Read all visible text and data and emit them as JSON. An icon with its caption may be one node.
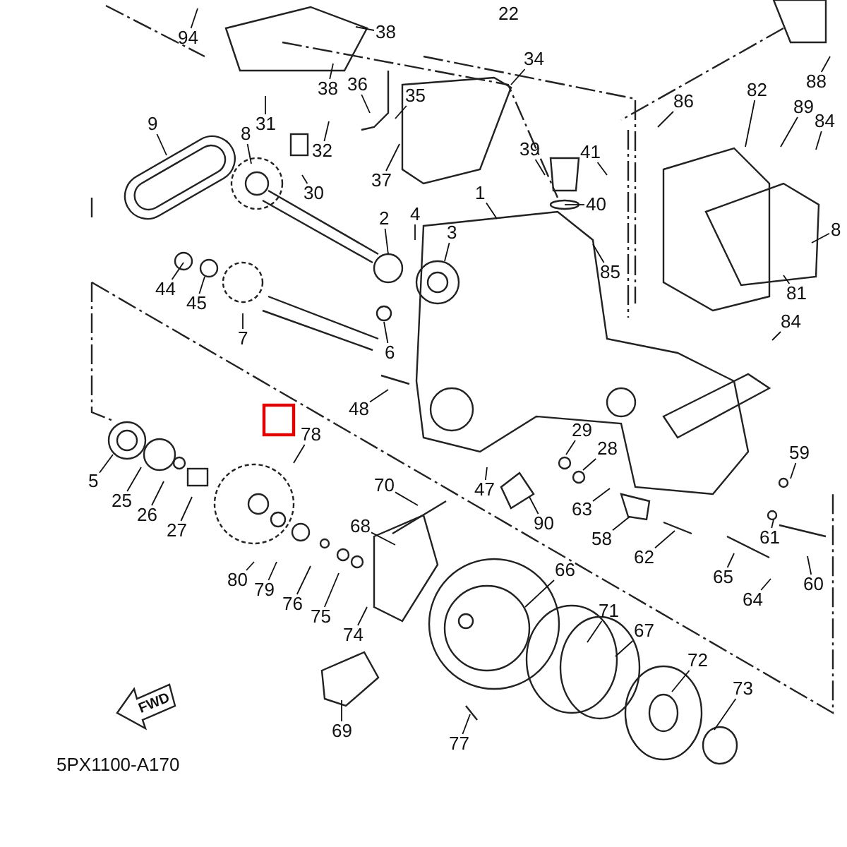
{
  "diagram": {
    "nodes": [
      {
        "text": [
          "94"
        ]
      },
      {
        "text": [
          "38"
        ]
      },
      {
        "text": [
          "38"
        ]
      },
      {
        "text": [
          "36"
        ]
      },
      {
        "text": [
          "31"
        ]
      },
      {
        "text": [
          "35"
        ]
      },
      {
        "text": [
          "32"
        ]
      },
      {
        "text": [
          "37"
        ]
      },
      {
        "text": [
          "30"
        ]
      },
      {
        "text": [
          "9"
        ]
      },
      {
        "text": [
          "8"
        ]
      },
      {
        "text": [
          "34"
        ]
      },
      {
        "text": [
          "86"
        ]
      },
      {
        "text": [
          "82"
        ]
      },
      {
        "text": [
          "89"
        ]
      },
      {
        "text": [
          "84"
        ]
      },
      {
        "text": [
          "88"
        ]
      },
      {
        "text": [
          "39"
        ]
      },
      {
        "text": [
          "41"
        ]
      },
      {
        "text": [
          "40"
        ]
      },
      {
        "text": [
          "1"
        ]
      },
      {
        "text": [
          "2"
        ]
      },
      {
        "text": [
          "4"
        ]
      },
      {
        "text": [
          "3"
        ]
      },
      {
        "text": [
          "85"
        ]
      },
      {
        "text": [
          "8"
        ]
      },
      {
        "text": [
          "81"
        ]
      },
      {
        "text": [
          "84"
        ]
      },
      {
        "text": [
          "44"
        ]
      },
      {
        "text": [
          "45"
        ]
      },
      {
        "text": [
          "7"
        ]
      },
      {
        "text": [
          "6"
        ]
      },
      {
        "text": [
          "48"
        ]
      },
      {
        "text": [
          "78"
        ]
      },
      {
        "text": [
          "5"
        ]
      },
      {
        "text": [
          "25"
        ]
      },
      {
        "text": [
          "26"
        ]
      },
      {
        "text": [
          "27"
        ]
      },
      {
        "text": [
          "70"
        ]
      },
      {
        "text": [
          "68"
        ]
      },
      {
        "text": [
          "47"
        ]
      },
      {
        "text": [
          "90"
        ]
      },
      {
        "text": [
          "29"
        ]
      },
      {
        "text": [
          "28"
        ]
      },
      {
        "text": [
          "63"
        ]
      },
      {
        "text": [
          "58"
        ]
      },
      {
        "text": [
          "62"
        ]
      },
      {
        "text": [
          "59"
        ]
      },
      {
        "text": [
          "61"
        ]
      },
      {
        "text": [
          "65"
        ]
      },
      {
        "text": [
          "64"
        ]
      },
      {
        "text": [
          "60"
        ]
      },
      {
        "text": [
          "80"
        ]
      },
      {
        "text": [
          "79"
        ]
      },
      {
        "text": [
          "76"
        ]
      },
      {
        "text": [
          "75"
        ]
      },
      {
        "text": [
          "74"
        ]
      },
      {
        "text": [
          "66"
        ]
      },
      {
        "text": [
          "71"
        ]
      },
      {
        "text": [
          "67"
        ]
      },
      {
        "text": [
          "72"
        ]
      },
      {
        "text": [
          "73"
        ]
      },
      {
        "text": [
          "77"
        ]
      },
      {
        "text": [
          "69"
        ]
      }
    ],
    "edges": [
      {
        "from": 0,
        "to": null,
        "arrow": "none"
      },
      {
        "from": 1,
        "to": null,
        "arrow": "none"
      },
      {
        "from": 2,
        "to": null,
        "arrow": "none"
      },
      {
        "from": 3,
        "to": null,
        "arrow": "none"
      },
      {
        "from": 4,
        "to": null,
        "arrow": "none"
      },
      {
        "from": 5,
        "to": null,
        "arrow": "none"
      },
      {
        "from": 6,
        "to": null,
        "arrow": "none"
      },
      {
        "from": 7,
        "to": null,
        "arrow": "none"
      },
      {
        "from": 8,
        "to": null,
        "arrow": "none"
      },
      {
        "from": 9,
        "to": null,
        "arrow": "none"
      },
      {
        "from": 10,
        "to": null,
        "arrow": "none"
      },
      {
        "from": 11,
        "to": null,
        "arrow": "none"
      },
      {
        "from": 12,
        "to": null,
        "arrow": "none"
      },
      {
        "from": 13,
        "to": null,
        "arrow": "none"
      },
      {
        "from": 14,
        "to": null,
        "arrow": "none"
      },
      {
        "from": 15,
        "to": null,
        "arrow": "none"
      },
      {
        "from": 16,
        "to": null,
        "arrow": "none"
      },
      {
        "from": 17,
        "to": null,
        "arrow": "none"
      },
      {
        "from": 18,
        "to": null,
        "arrow": "none"
      },
      {
        "from": 19,
        "to": null,
        "arrow": "none"
      },
      {
        "from": 20,
        "to": null,
        "arrow": "none"
      },
      {
        "from": 21,
        "to": null,
        "arrow": "none"
      },
      {
        "from": 22,
        "to": null,
        "arrow": "none"
      },
      {
        "from": 23,
        "to": null,
        "arrow": "none"
      },
      {
        "from": 24,
        "to": null,
        "arrow": "none"
      },
      {
        "from": 25,
        "to": null,
        "arrow": "none"
      },
      {
        "from": 26,
        "to": null,
        "arrow": "none"
      },
      {
        "from": 27,
        "to": null,
        "arrow": "none"
      },
      {
        "from": 28,
        "to": null,
        "arrow": "none"
      },
      {
        "from": 29,
        "to": null,
        "arrow": "none"
      },
      {
        "from": 30,
        "to": null,
        "arrow": "none"
      },
      {
        "from": 31,
        "to": null,
        "arrow": "none"
      },
      {
        "from": 32,
        "to": null,
        "arrow": "none"
      },
      {
        "from": 33,
        "to": null,
        "arrow": "none"
      },
      {
        "from": 34,
        "to": null,
        "arrow": "none"
      },
      {
        "from": 35,
        "to": null,
        "arrow": "none"
      },
      {
        "from": 36,
        "to": null,
        "arrow": "none"
      },
      {
        "from": 37,
        "to": null,
        "arrow": "none"
      },
      {
        "from": 38,
        "to": null,
        "arrow": "none"
      },
      {
        "from": 39,
        "to": null,
        "arrow": "none"
      },
      {
        "from": 40,
        "to": null,
        "arrow": "none"
      },
      {
        "from": 41,
        "to": null,
        "arrow": "none"
      },
      {
        "from": 42,
        "to": null,
        "arrow": "none"
      },
      {
        "from": 43,
        "to": null,
        "arrow": "none"
      },
      {
        "from": 44,
        "to": null,
        "arrow": "none"
      },
      {
        "from": 45,
        "to": null,
        "arrow": "none"
      },
      {
        "from": 46,
        "to": null,
        "arrow": "none"
      },
      {
        "from": 47,
        "to": null,
        "arrow": "none"
      },
      {
        "from": 48,
        "to": null,
        "arrow": "none"
      },
      {
        "from": 49,
        "to": null,
        "arrow": "none"
      },
      {
        "from": 50,
        "to": null,
        "arrow": "none"
      },
      {
        "from": 51,
        "to": null,
        "arrow": "none"
      },
      {
        "from": 52,
        "to": null,
        "arrow": "none"
      },
      {
        "from": 53,
        "to": null,
        "arrow": "none"
      },
      {
        "from": 54,
        "to": null,
        "arrow": "none"
      },
      {
        "from": 55,
        "to": null,
        "arrow": "none"
      },
      {
        "from": 56,
        "to": null,
        "arrow": "none"
      },
      {
        "from": 57,
        "to": null,
        "arrow": "none"
      },
      {
        "from": 58,
        "to": null,
        "arrow": "none"
      },
      {
        "from": 59,
        "to": null,
        "arrow": "none"
      },
      {
        "from": 60,
        "to": null,
        "arrow": "none"
      },
      {
        "from": 61,
        "to": null,
        "arrow": "none"
      },
      {
        "from": 62,
        "to": null,
        "arrow": "none"
      },
      {
        "from": 63,
        "to": null,
        "arrow": "none"
      }
    ],
    "labels": [
      "22",
      "FWD",
      "5PX1100-A170"
    ]
  }
}
